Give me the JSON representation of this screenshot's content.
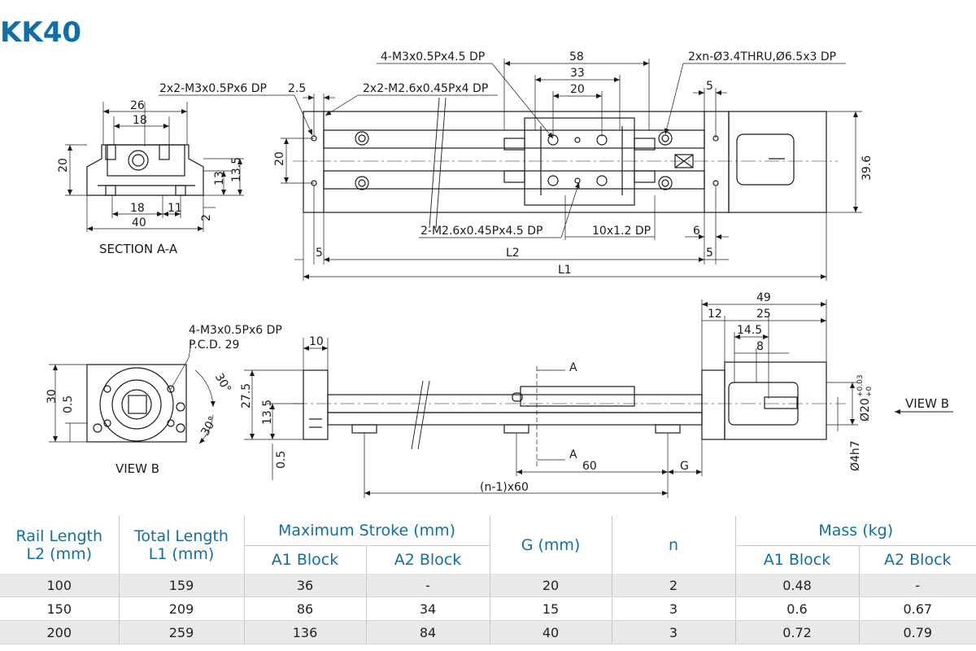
{
  "title": "KK40",
  "drawing": {
    "section_label": "SECTION A-A",
    "view_b_label": "VIEW B",
    "view_b_arrow_label": "VIEW B",
    "callouts": {
      "m3_top": "4-M3x0.5Px4.5 DP",
      "thru_hole": "2xn-Ø3.4THRU,Ø6.5x3 DP",
      "m3_side": "2x2-M3x0.5Px6 DP",
      "m26_side": "2x2-M2.6x0.45Px4 DP",
      "m26_bottom": "2-M2.6x0.45Px4.5 DP",
      "slot": "10x1.2 DP",
      "m3_front": "4-M3x0.5Px6 DP",
      "pcd": "P.C.D. 29",
      "shaft_dia": "Ø20",
      "shaft_tol_upper": "+0.03",
      "shaft_tol_lower": "+0",
      "shaft_end": "Ø4h7"
    },
    "dims": {
      "d58": "58",
      "d33": "33",
      "d20_top": "20",
      "d5_top": "5",
      "d2_5": "2.5",
      "d20_side": "20",
      "d39_6": "39.6",
      "d6": "6",
      "d5_l": "5",
      "d5_r": "5",
      "L2": "L2",
      "L1": "L1",
      "s26": "26",
      "s18_top": "18",
      "s20": "20",
      "s13": "13",
      "s13_5": "13.5",
      "s18_bot": "18",
      "s11": "11",
      "s40": "40",
      "s2": "2",
      "v30": "30",
      "v0_5": "0.5",
      "ang1": "30°",
      "ang2": "30°",
      "f10": "10",
      "f27_5": "27.5",
      "f13_5": "13.5",
      "f0_5": "0.5",
      "f49": "49",
      "f12": "12",
      "f25": "25",
      "f14_5": "14.5",
      "f8": "8",
      "f60": "60",
      "fG": "G",
      "fn60": "(n-1)x60",
      "fA1": "A",
      "fA2": "A"
    }
  },
  "table": {
    "headers": {
      "rail_length": [
        "Rail Length",
        "L2 (mm)"
      ],
      "total_length": [
        "Total Length",
        "L1 (mm)"
      ],
      "max_stroke": "Maximum  Stroke (mm)",
      "g": "G (mm)",
      "n": "n",
      "mass": "Mass (kg)",
      "a1": "A1 Block",
      "a2": "A2 Block",
      "mass_a1": "A1 Block",
      "mass_a2": "A2 Block"
    },
    "rows": [
      {
        "l2": "100",
        "l1": "159",
        "a1": "36",
        "a2": "-",
        "g": "20",
        "n": "2",
        "m1": "0.48",
        "m2": "-"
      },
      {
        "l2": "150",
        "l1": "209",
        "a1": "86",
        "a2": "34",
        "g": "15",
        "n": "3",
        "m1": "0.6",
        "m2": "0.67"
      },
      {
        "l2": "200",
        "l1": "259",
        "a1": "136",
        "a2": "84",
        "g": "40",
        "n": "3",
        "m1": "0.72",
        "m2": "0.79"
      }
    ]
  },
  "colors": {
    "title": "#0f6fa6",
    "header_text": "#0f6fa6",
    "row_shade": "#e9e9e9"
  }
}
